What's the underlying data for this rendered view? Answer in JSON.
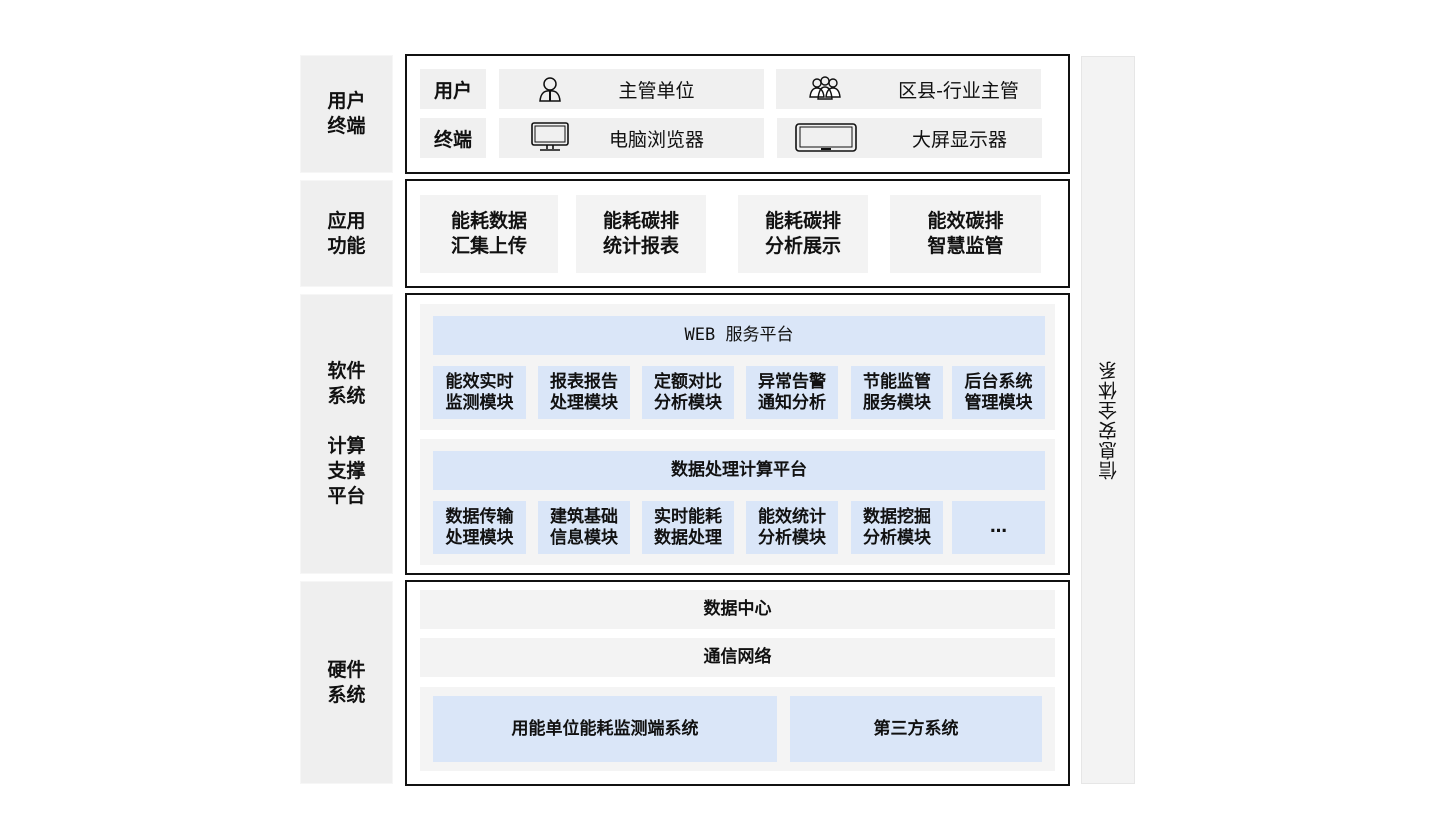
{
  "layers": {
    "user_terminal": "用户\n终端",
    "app_function": "应用\n功能",
    "software": "软件\n系统\n\n计算\n支撑\n平台",
    "hardware": "硬件\n系统"
  },
  "security": "信息安全体系",
  "terminal": {
    "user_label": "用户",
    "terminal_label": "终端",
    "users": [
      "主管单位",
      "区县-行业主管"
    ],
    "terminals": [
      "电脑浏览器",
      "大屏显示器"
    ]
  },
  "apps": [
    "能耗数据\n汇集上传",
    "能耗碳排\n统计报表",
    "能耗碳排\n分析展示",
    "能效碳排\n智慧监管"
  ],
  "web": {
    "title": "WEB 服务平台",
    "modules": [
      "能效实时\n监测模块",
      "报表报告\n处理模块",
      "定额对比\n分析模块",
      "异常告警\n通知分析",
      "节能监管\n服务模块",
      "后台系统\n管理模块"
    ]
  },
  "compute": {
    "title": "数据处理计算平台",
    "modules": [
      "数据传输\n处理模块",
      "建筑基础\n信息模块",
      "实时能耗\n数据处理",
      "能效统计\n分析模块",
      "数据挖掘\n分析模块",
      "…"
    ]
  },
  "hardware": {
    "data_center": "数据中心",
    "network": "通信网络",
    "systems": [
      "用能单位能耗监测端系统",
      "第三方系统"
    ]
  },
  "colors": {
    "blue": "#dae6f8",
    "gray": "#efefef"
  }
}
